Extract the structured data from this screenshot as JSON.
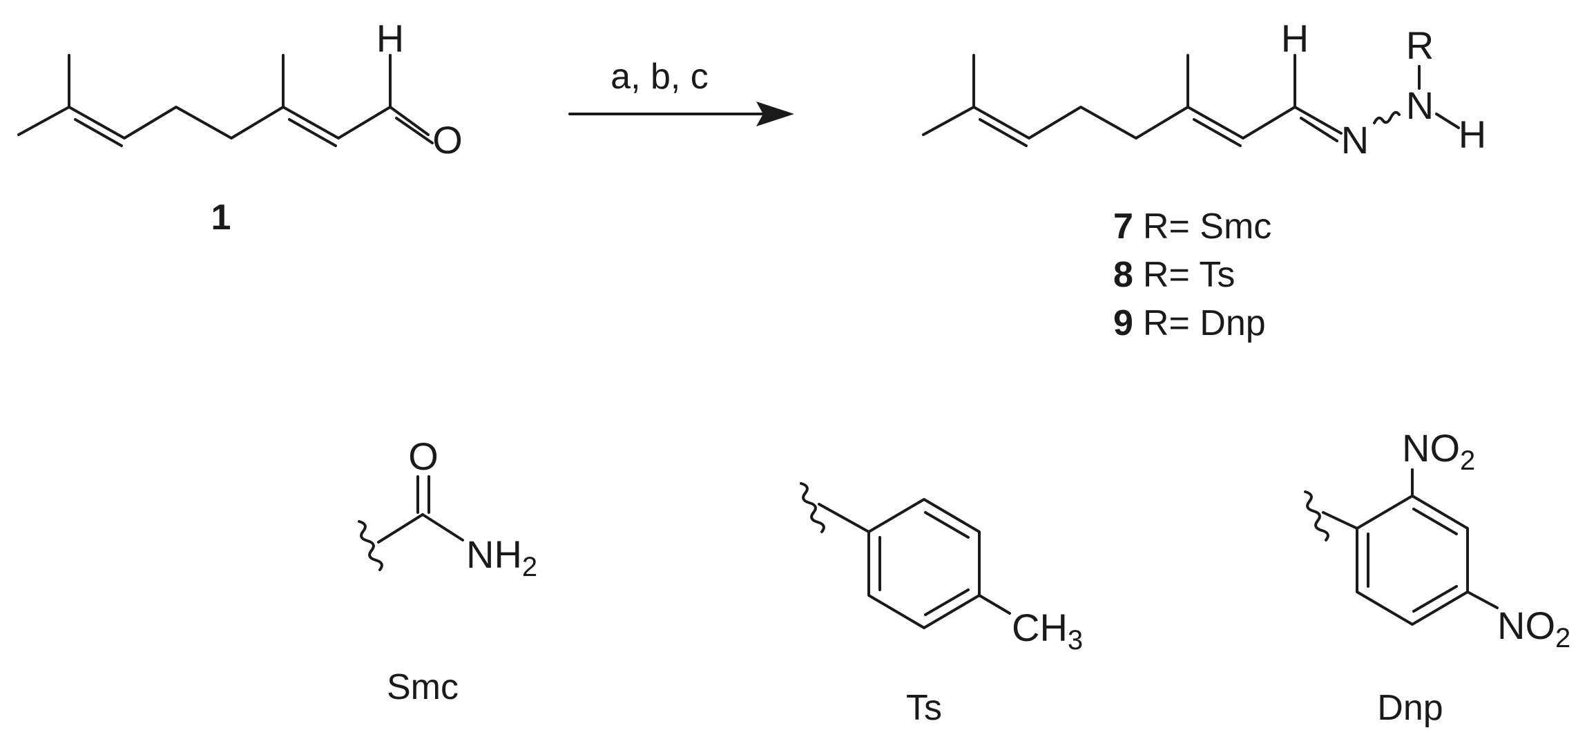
{
  "reaction": {
    "conditions": "a, b, c",
    "starting_material_number": "1",
    "products": [
      {
        "number": "7",
        "text": "R= Smc"
      },
      {
        "number": "8",
        "text": "R= Ts"
      },
      {
        "number": "9",
        "text": "R= Dnp"
      }
    ]
  },
  "atoms": {
    "h": "H",
    "o": "O",
    "n": "N",
    "r": "R",
    "nh": "NH",
    "ch": "CH",
    "no": "NO",
    "sub2": "2",
    "sub3": "3"
  },
  "groups": {
    "smc": "Smc",
    "ts": "Ts",
    "dnp": "Dnp"
  }
}
